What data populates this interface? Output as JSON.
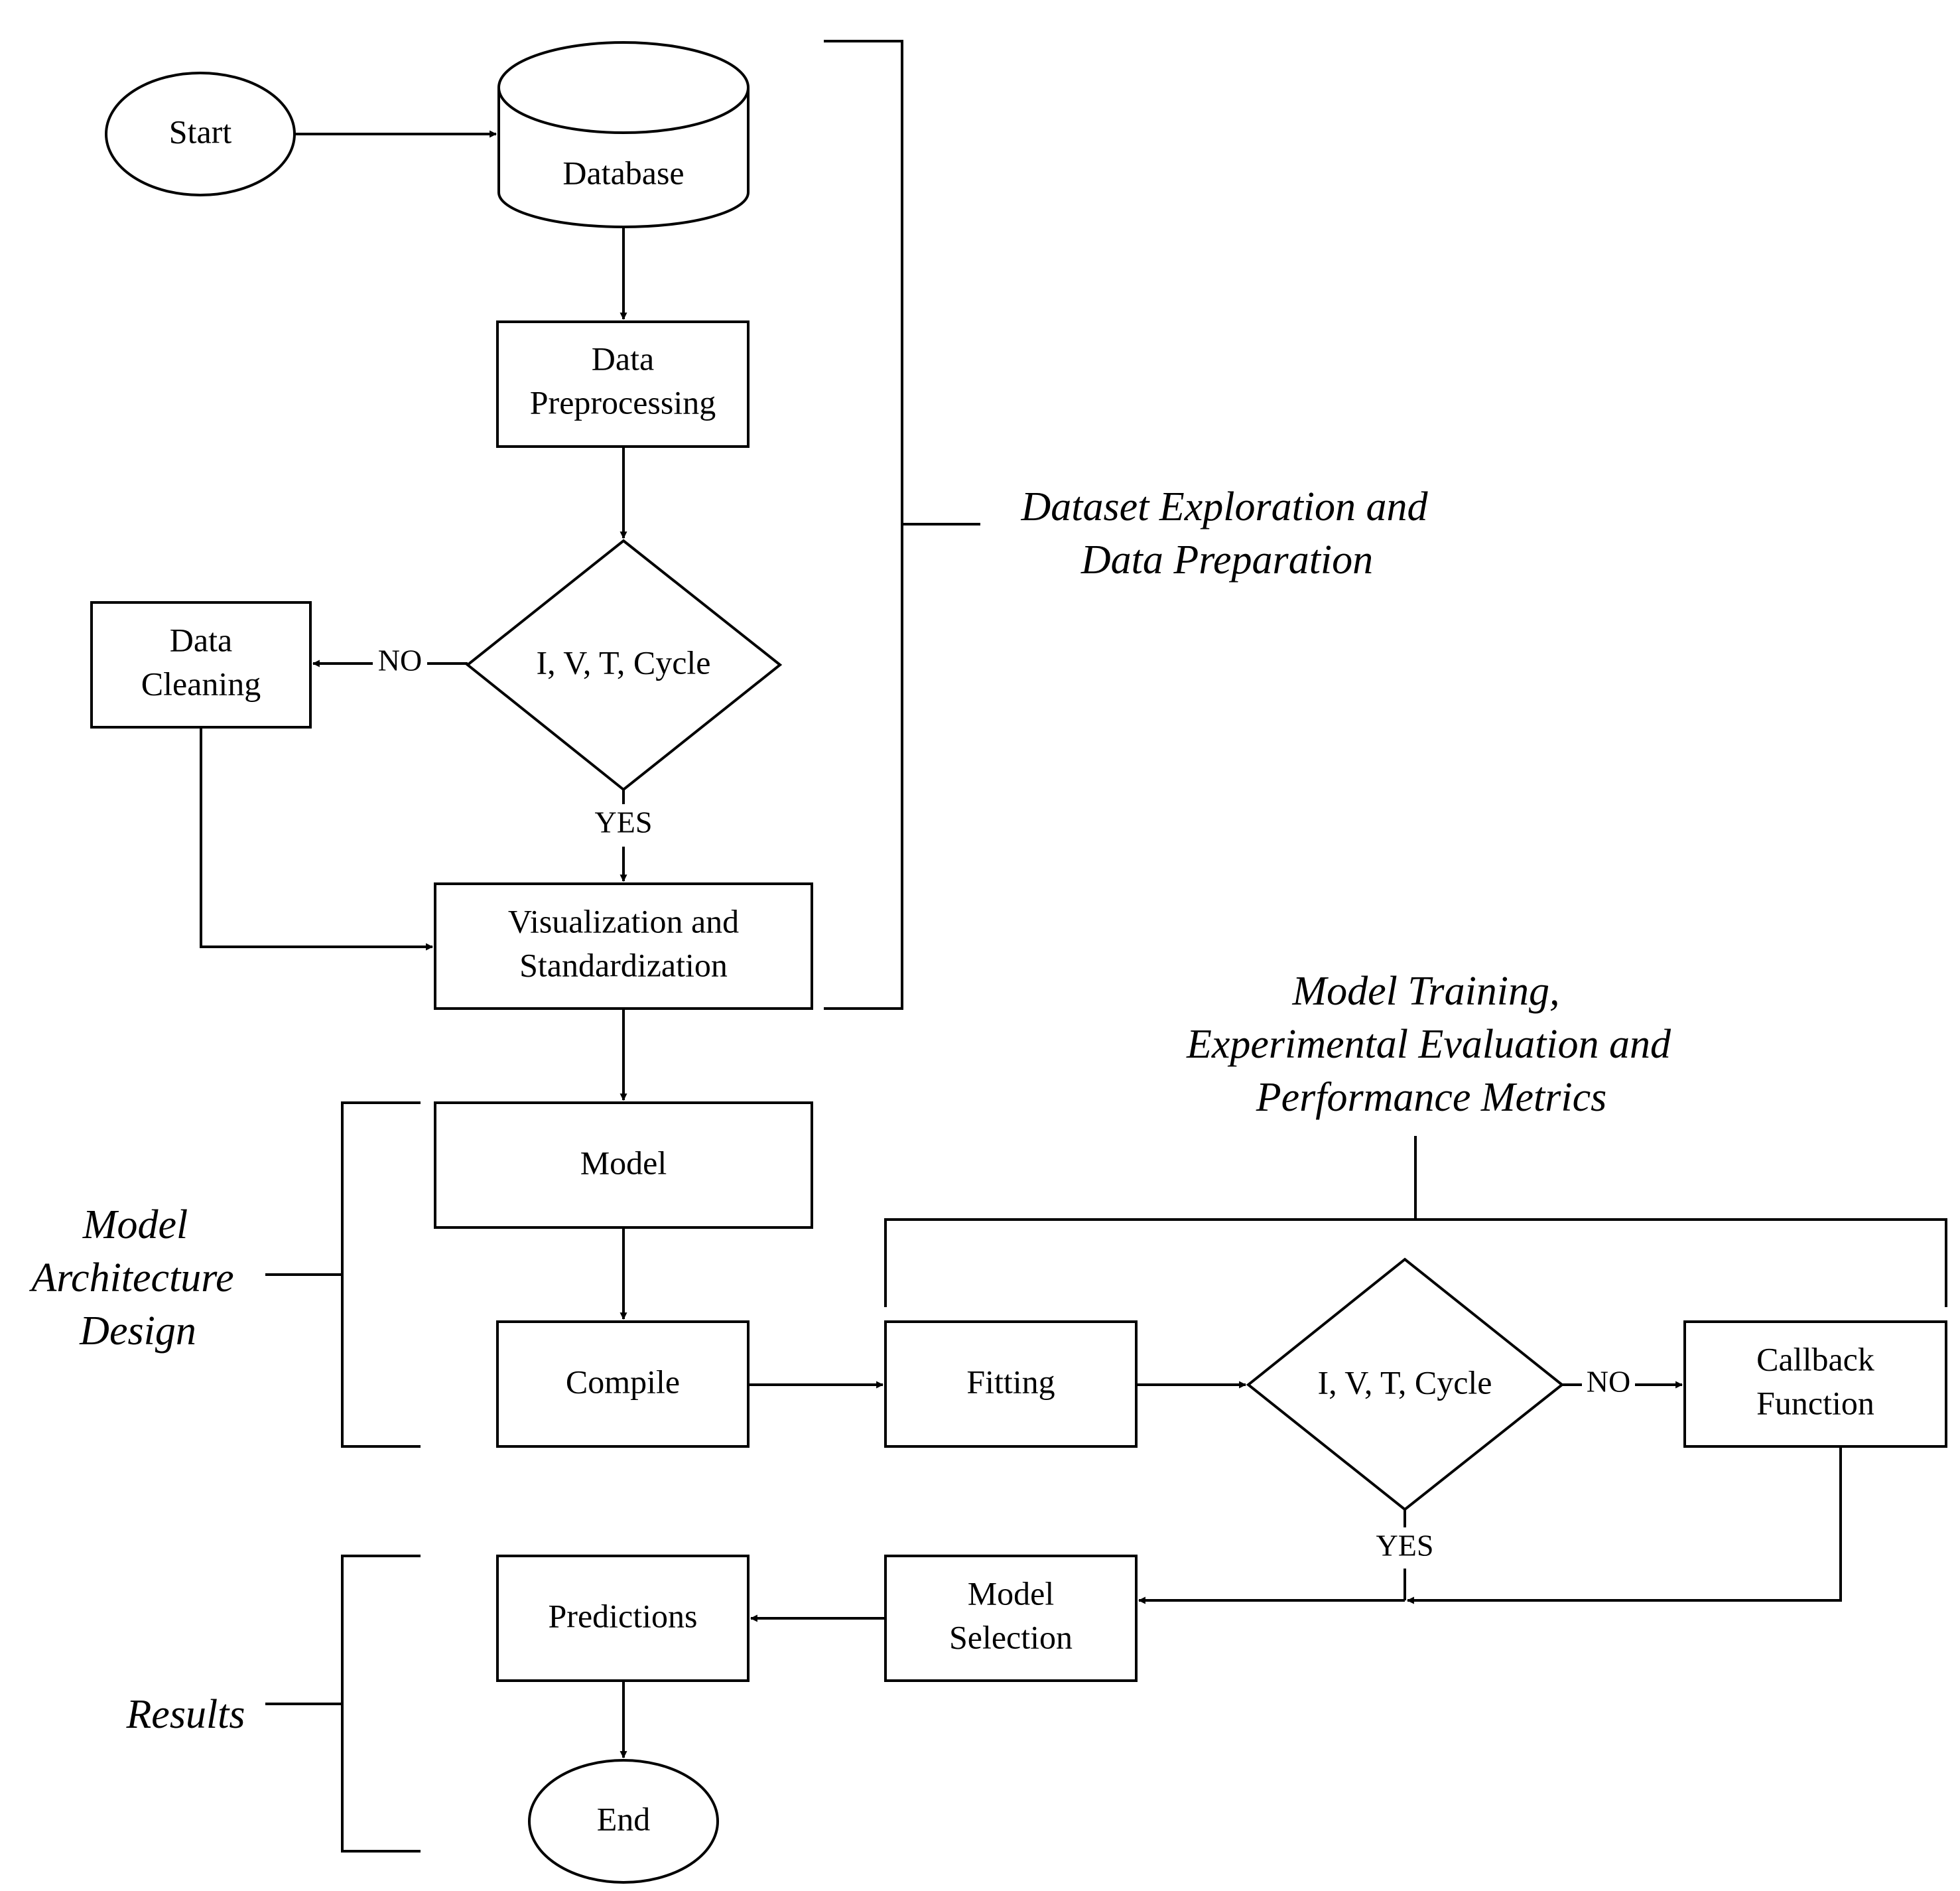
{
  "nodes": {
    "start": "Start",
    "database": "Database",
    "data_preprocessing": [
      "Data",
      "Preprocessing"
    ],
    "decision_1": "I, V, T, Cycle",
    "data_cleaning": [
      "Data",
      "Cleaning"
    ],
    "visualization": [
      "Visualization and",
      "Standardization"
    ],
    "model": "Model",
    "compile": "Compile",
    "fitting": "Fitting",
    "decision_2": "I, V, T, Cycle",
    "callback": [
      "Callback",
      "Function"
    ],
    "model_selection": [
      "Model",
      "Selection"
    ],
    "predictions": "Predictions",
    "end": "End"
  },
  "edge_labels": {
    "decision_1_no": "NO",
    "decision_1_yes": "YES",
    "decision_2_no": "NO",
    "decision_2_yes": "YES"
  },
  "phases": {
    "exploration": [
      "Dataset Exploration and",
      "Data Preparation"
    ],
    "training": [
      "Model Training,",
      "Experimental Evaluation and",
      "Performance Metrics"
    ],
    "architecture": [
      "Model",
      "Architecture",
      "Design"
    ],
    "results": [
      "Results"
    ]
  }
}
